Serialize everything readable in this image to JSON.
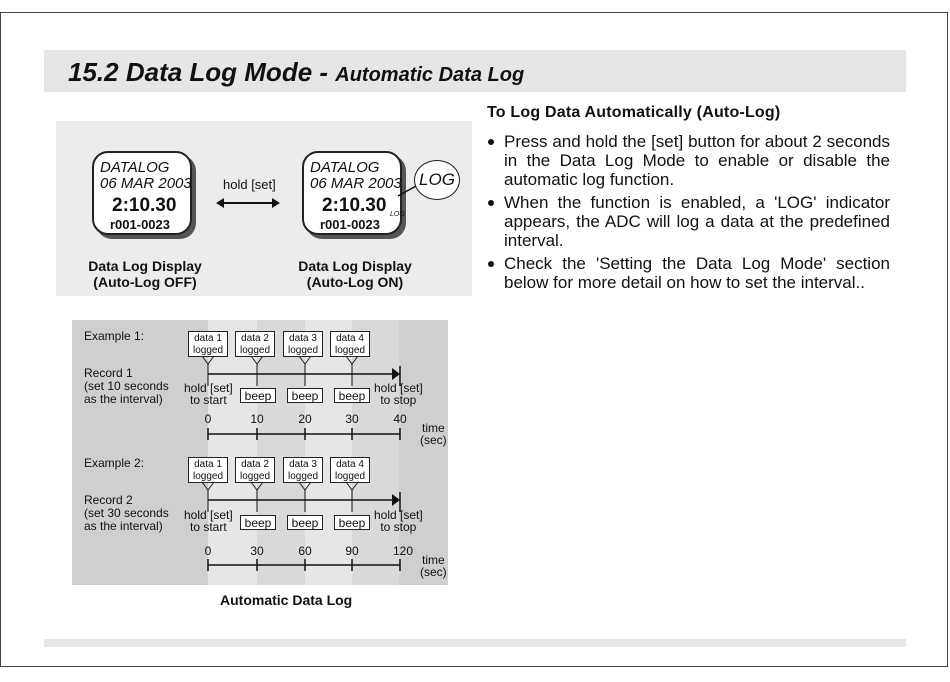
{
  "header": {
    "section_title": "15.2   Data Log Mode - ",
    "section_subtitle": "Automatic Data Log"
  },
  "displays": {
    "line1": "DATALOG",
    "line2": "06 MAR 2003",
    "time": "2:10.30",
    "record": "r001-0023",
    "tiny_indicator": "LOG",
    "log_bubble": "LOG",
    "arrow_label": "hold [set]",
    "caption_off_1": "Data Log Display",
    "caption_off_2": "(Auto-Log OFF)",
    "caption_on_1": "Data Log Display",
    "caption_on_2": "(Auto-Log ON)"
  },
  "instructions": {
    "heading": "To Log Data Automatically (Auto-Log)",
    "items": [
      "Press and hold the [set] button for about 2 seconds in the Data Log Mode to enable or disable the automatic log function.",
      "When the function is enabled, a 'LOG' indicator appears, the ADC will log a data at the predefined interval.",
      "Check the 'Setting the Data Log Mode' section below for more detail on how to set the interval.."
    ]
  },
  "timeline": {
    "example1": {
      "label": "Example 1:",
      "record_lines": [
        "Record 1",
        "(set 10 seconds",
        "as the interval)"
      ],
      "ticks": [
        "0",
        "10",
        "20",
        "30",
        "40"
      ]
    },
    "example2": {
      "label": "Example 2:",
      "record_lines": [
        "Record 2",
        "(set 30 seconds",
        "as the interval)"
      ],
      "ticks": [
        "0",
        "30",
        "60",
        "90",
        "120"
      ]
    },
    "data_boxes": [
      [
        "data 1",
        "logged"
      ],
      [
        "data 2",
        "logged"
      ],
      [
        "data 3",
        "logged"
      ],
      [
        "data 4",
        "logged"
      ]
    ],
    "beep": "beep",
    "start_label": [
      "hold [set]",
      "to start"
    ],
    "stop_label": [
      "hold [set]",
      "to stop"
    ],
    "axis_label": [
      "time",
      "(sec)"
    ],
    "caption": "Automatic Data Log"
  }
}
